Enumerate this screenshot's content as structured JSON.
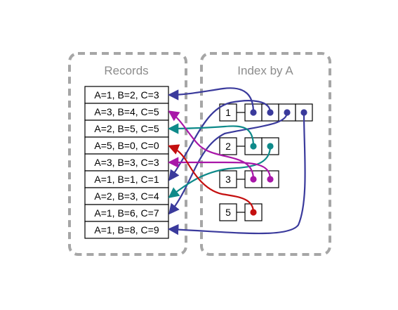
{
  "panels": {
    "records_title": "Records",
    "index_title": "Index by A"
  },
  "records": [
    "A=1, B=2, C=3",
    "A=3, B=4, C=5",
    "A=2, B=5, C=5",
    "A=5, B=0, C=0",
    "A=3, B=3, C=3",
    "A=1, B=1, C=1",
    "A=2, B=3, C=4",
    "A=1, B=6, C=7",
    "A=1, B=8, C=9"
  ],
  "index": [
    {
      "key": "1",
      "pointer_count": 4,
      "color": "#3a3a9c",
      "targets": [
        0,
        5,
        7,
        8
      ]
    },
    {
      "key": "2",
      "pointer_count": 2,
      "color": "#0e8a8a",
      "targets": [
        2,
        6
      ]
    },
    {
      "key": "3",
      "pointer_count": 2,
      "color": "#a817a8",
      "targets": [
        1,
        4
      ]
    },
    {
      "key": "5",
      "pointer_count": 1,
      "color": "#c40f0f",
      "targets": [
        3
      ]
    }
  ],
  "colors": {
    "panel_border": "#a6a6a6",
    "panel_title": "#8c8c8c",
    "cell_border": "#000000"
  }
}
